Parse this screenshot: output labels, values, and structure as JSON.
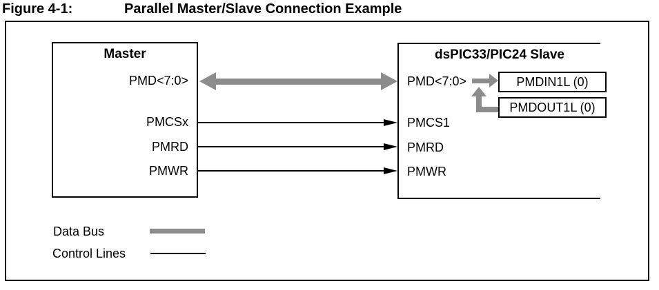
{
  "figure": {
    "label": "Figure 4-1:",
    "title": "Parallel Master/Slave Connection Example"
  },
  "master": {
    "title": "Master",
    "pins": {
      "pmd": "PMD<7:0>",
      "pmcs": "PMCSx",
      "pmrd": "PMRD",
      "pmwr": "PMWR"
    }
  },
  "slave": {
    "title": "dsPIC33/PIC24 Slave",
    "pins": {
      "pmd": "PMD<7:0>",
      "pmcs": "PMCS1",
      "pmrd": "PMRD",
      "pmwr": "PMWR"
    },
    "registers": {
      "data_in": "PMDIN1L (0)",
      "data_out": "PMDOUT1L (0)"
    }
  },
  "legend": {
    "data_bus": "Data Bus",
    "control_lines": "Control Lines"
  },
  "colors": {
    "data_bus_gray": "#8c8c8c",
    "control_line_black": "#000000",
    "background": "#ffffff"
  }
}
